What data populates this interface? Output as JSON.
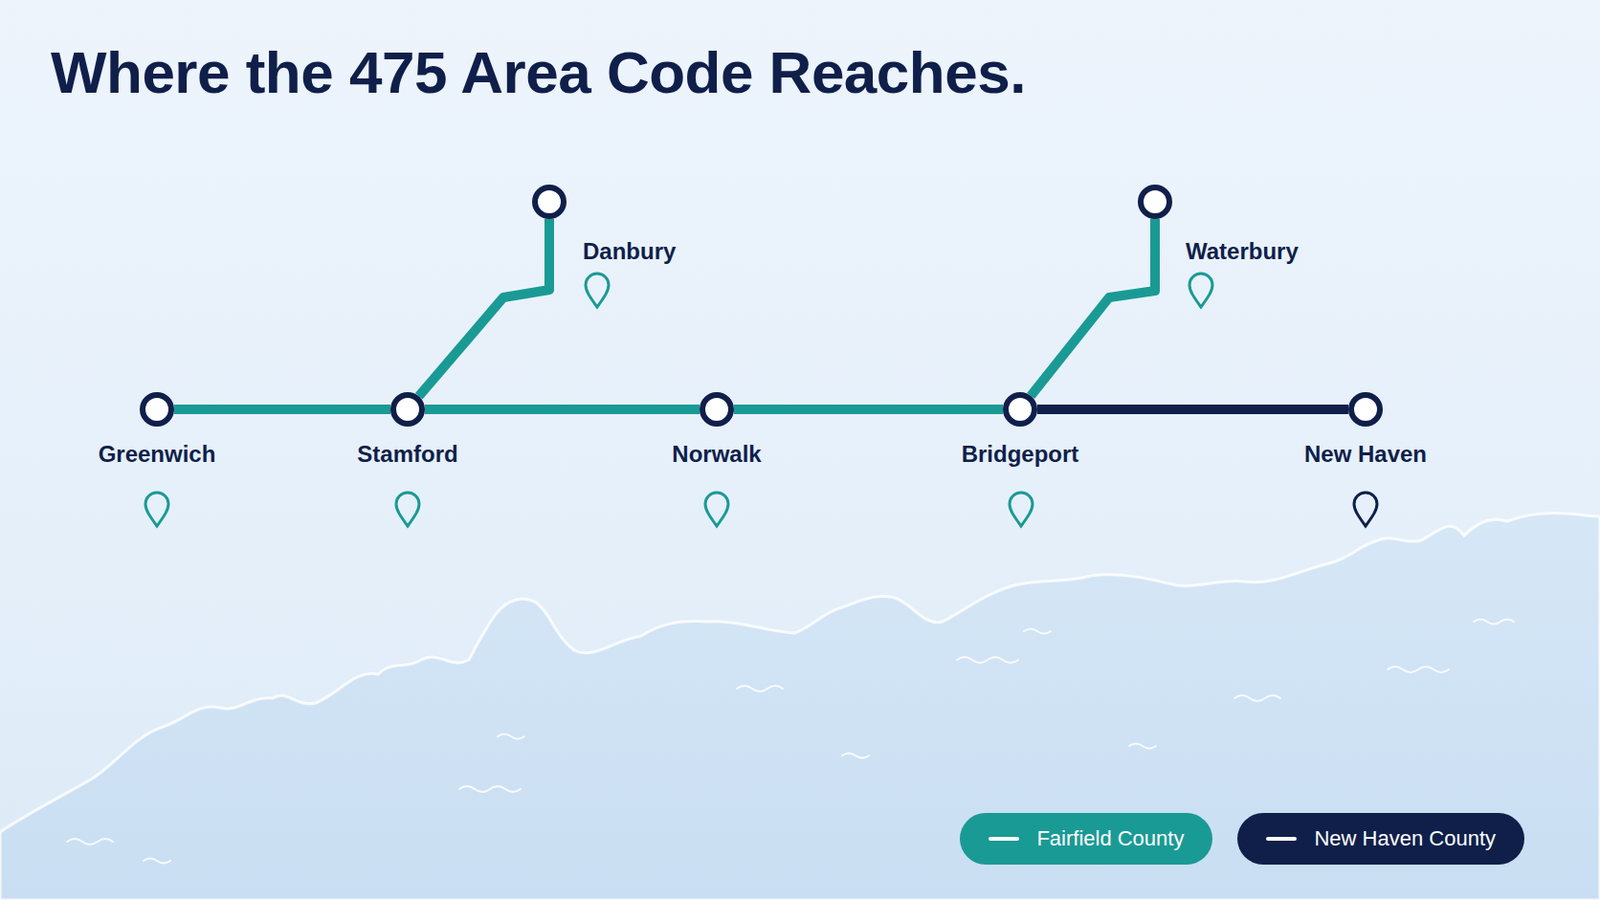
{
  "diagram": {
    "title": "Where the 475 Area Code Reaches.",
    "nodes": [
      {
        "text": [
          "Greenwich"
        ]
      },
      {
        "text": [
          "Stamford"
        ]
      },
      {
        "text": [
          "Danbury"
        ]
      },
      {
        "text": [
          "Norwalk"
        ]
      },
      {
        "text": [
          "Bridgeport"
        ]
      },
      {
        "text": [
          "Waterbury"
        ]
      },
      {
        "text": [
          "New Haven"
        ]
      }
    ],
    "edges": [
      {
        "from": 0,
        "to": 1,
        "arrow": "none"
      },
      {
        "from": 1,
        "to": 2,
        "arrow": "none"
      },
      {
        "from": 1,
        "to": 3,
        "arrow": "none"
      },
      {
        "from": 3,
        "to": 4,
        "arrow": "none"
      },
      {
        "from": 4,
        "to": 5,
        "arrow": "none"
      },
      {
        "from": 4,
        "to": 6,
        "arrow": "none"
      }
    ],
    "legend": [
      {
        "text": "Fairfield County",
        "color": "#1a9a95"
      },
      {
        "text": "New Haven County",
        "color": "#0f1f4a"
      }
    ]
  }
}
